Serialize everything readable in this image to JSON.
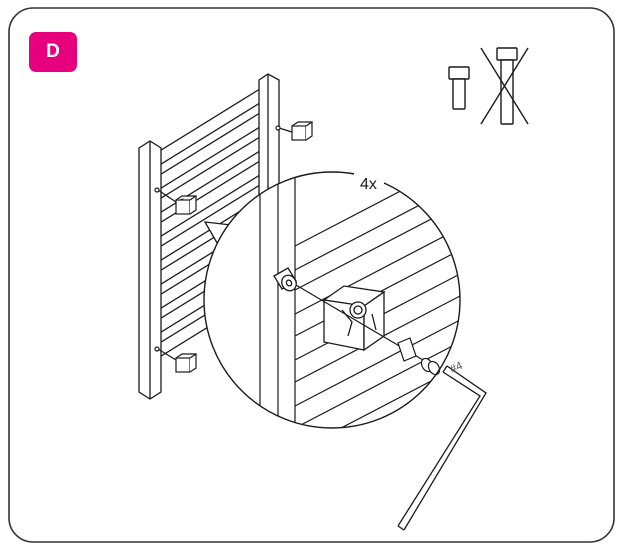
{
  "step": {
    "letter": "D",
    "badge_color": "#e6007e"
  },
  "callout": {
    "quantity": "4x"
  },
  "tool": {
    "hex_key_size": "#4"
  },
  "screw_guide": {
    "allowed_icon": "short-bolt-icon",
    "forbidden_icon": "long-bolt-crossed-icon"
  },
  "colors": {
    "line": "#1a1a1a",
    "frame": "#333333",
    "fill": "#ffffff"
  }
}
